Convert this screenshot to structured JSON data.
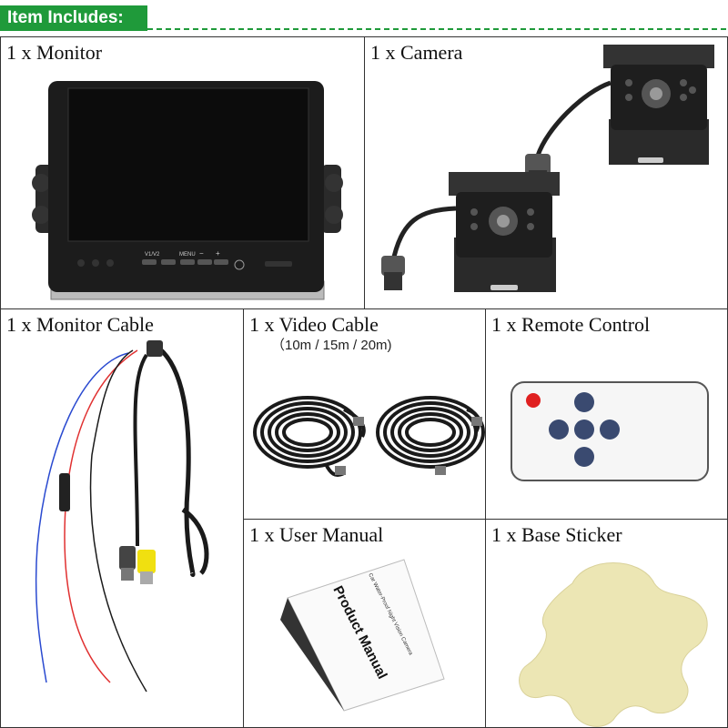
{
  "header": {
    "label": "Item Includes:"
  },
  "items": [
    {
      "title": "1 x Monitor"
    },
    {
      "title": "1 x Camera"
    },
    {
      "title": "1 x Monitor Cable"
    },
    {
      "title": "1 x Video Cable",
      "subtitle": "（10m / 15m / 20m)"
    },
    {
      "title": "1 x Remote Control"
    },
    {
      "title": "1 x User Manual"
    },
    {
      "title": "1 x Base Sticker"
    }
  ],
  "monitor": {
    "button_labels": [
      "V1/V2",
      "MENU",
      "−",
      "+"
    ]
  },
  "manual": {
    "cover_title": "Product Manual",
    "cover_subtitle": "Car Water-Proof Night Vision Camera"
  },
  "colors": {
    "accent": "#1f9a3a",
    "remote_red": "#e02020",
    "remote_blue": "#3a4a70",
    "sticker": "#ece6b4"
  }
}
